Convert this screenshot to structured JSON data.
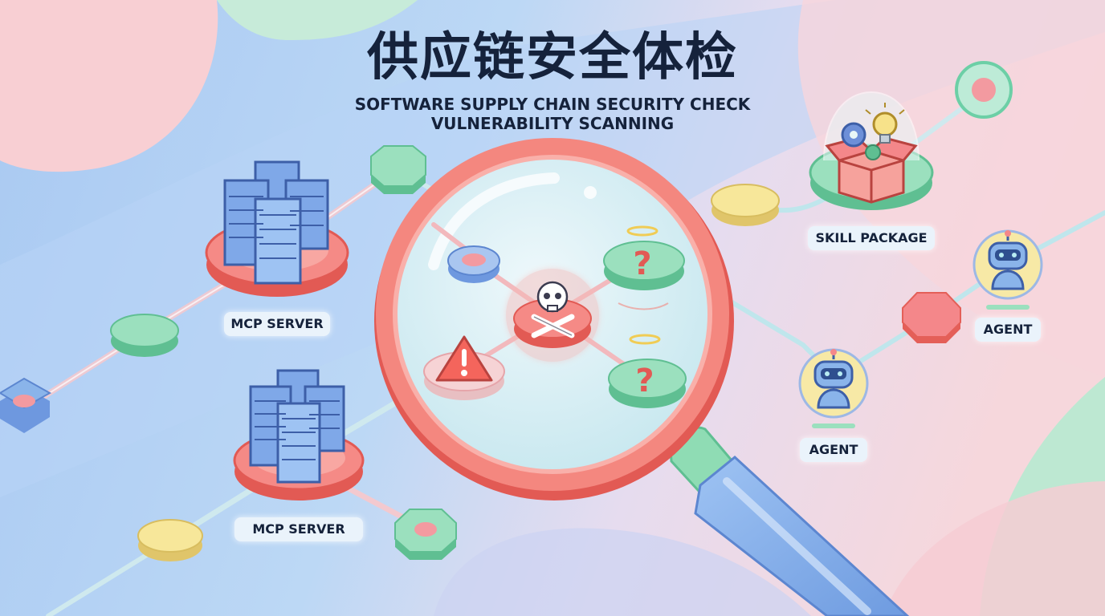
{
  "header": {
    "title": "供应链安全体检",
    "subtitle_line1": "SOFTWARE SUPPLY CHAIN SECURITY CHECK",
    "subtitle_line2": "VULNERABILITY SCANNING"
  },
  "nodes": {
    "mcp_server_top": "MCP SERVER",
    "mcp_server_bottom": "MCP SERVER",
    "skill_package": "SKILL PACKAGE",
    "agent_right": "AGENT",
    "agent_center": "AGENT"
  },
  "icons": [
    "server-rack-icon",
    "magnifying-glass-icon",
    "skull-crossbones-icon",
    "warning-triangle-icon",
    "question-mark-icon",
    "halo-icon",
    "gear-icon",
    "lightbulb-icon",
    "open-box-icon",
    "robot-icon"
  ],
  "colors": {
    "coral": "#f26f63",
    "mint": "#8fdcb4",
    "sky": "#8ab4ea",
    "butter": "#f7e79a",
    "navy": "#15223b"
  }
}
